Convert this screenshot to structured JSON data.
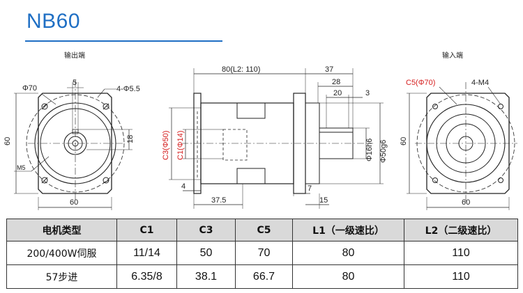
{
  "title": "NB60",
  "views": {
    "output_label": "输出端",
    "input_label": "输入端"
  },
  "dims": {
    "out_phi70": "Φ70",
    "out_5": "5",
    "out_4phi55": "4-Φ5.5",
    "out_60v": "60",
    "out_18": "18",
    "out_m5": "M5",
    "out_60h": "60",
    "side_80": "80(L2: 110)",
    "side_37": "37",
    "side_28": "28",
    "side_20": "20",
    "side_3": "3",
    "side_c3": "C3(Φ50)",
    "side_c1": "C1(Φ14)",
    "side_phi16": "Φ16h6",
    "side_phi50": "Φ50g6",
    "side_4": "4",
    "side_7": "7",
    "side_375": "37.5",
    "side_15": "15",
    "in_c5": "C5(Φ70)",
    "in_4m4": "4-M4",
    "in_60v": "60",
    "in_60h": "60"
  },
  "table": {
    "headers": [
      "电机类型",
      "C1",
      "C3",
      "C5",
      "L1（一级速比）",
      "L2（二级速比）"
    ],
    "rows": [
      [
        "200/400W伺服",
        "11/14",
        "50",
        "70",
        "80",
        "110"
      ],
      [
        "57步进",
        "6.35/8",
        "38.1",
        "66.7",
        "80",
        "110"
      ]
    ]
  },
  "colors": {
    "title": "#1f6fc4",
    "highlight": "#d62020",
    "header_bg": "#d9d9d9"
  }
}
